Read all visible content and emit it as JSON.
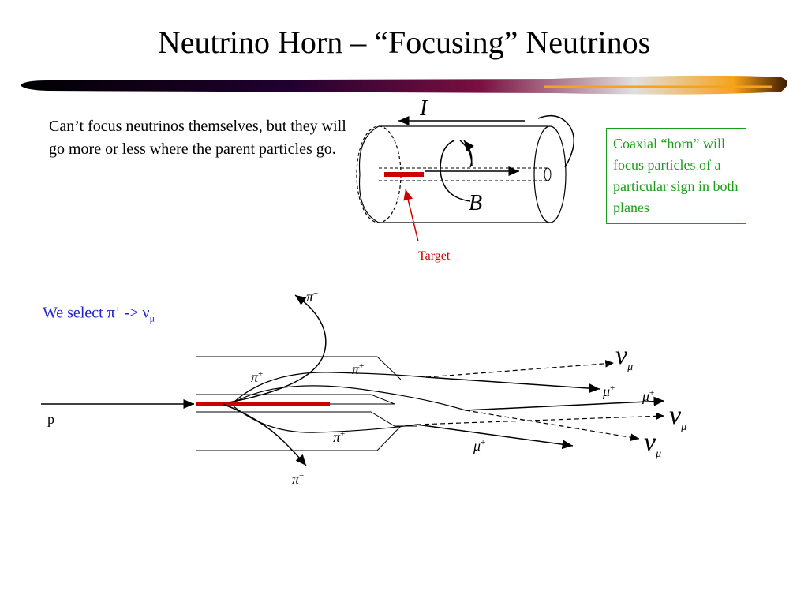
{
  "title": "Neutrino Horn – “Focusing” Neutrinos",
  "left_text": "Can’t focus neutrinos themselves, but they will go more or less where the parent particles go.",
  "callout": "Coaxial “horn” will focus particles of a particular sign in both planes",
  "diagram_top": {
    "current_label": "I",
    "field_label": "B",
    "target_label": "Target"
  },
  "selection": {
    "prefix": "We select ",
    "pi": "π",
    "pi_charge": "+",
    "arrow": " -> ",
    "nu": "ν",
    "nu_flavor": "μ"
  },
  "beam_label": "p",
  "particles": {
    "pi": "π",
    "plus": "+",
    "minus": "−",
    "mu": "μ",
    "nu": "ν"
  },
  "colors": {
    "title_bar_dark": "#000000",
    "title_bar_accent": "#f6a21a",
    "callout": "#1a9e1a",
    "target": "#cc0000",
    "selection_text": "#2222cc"
  }
}
